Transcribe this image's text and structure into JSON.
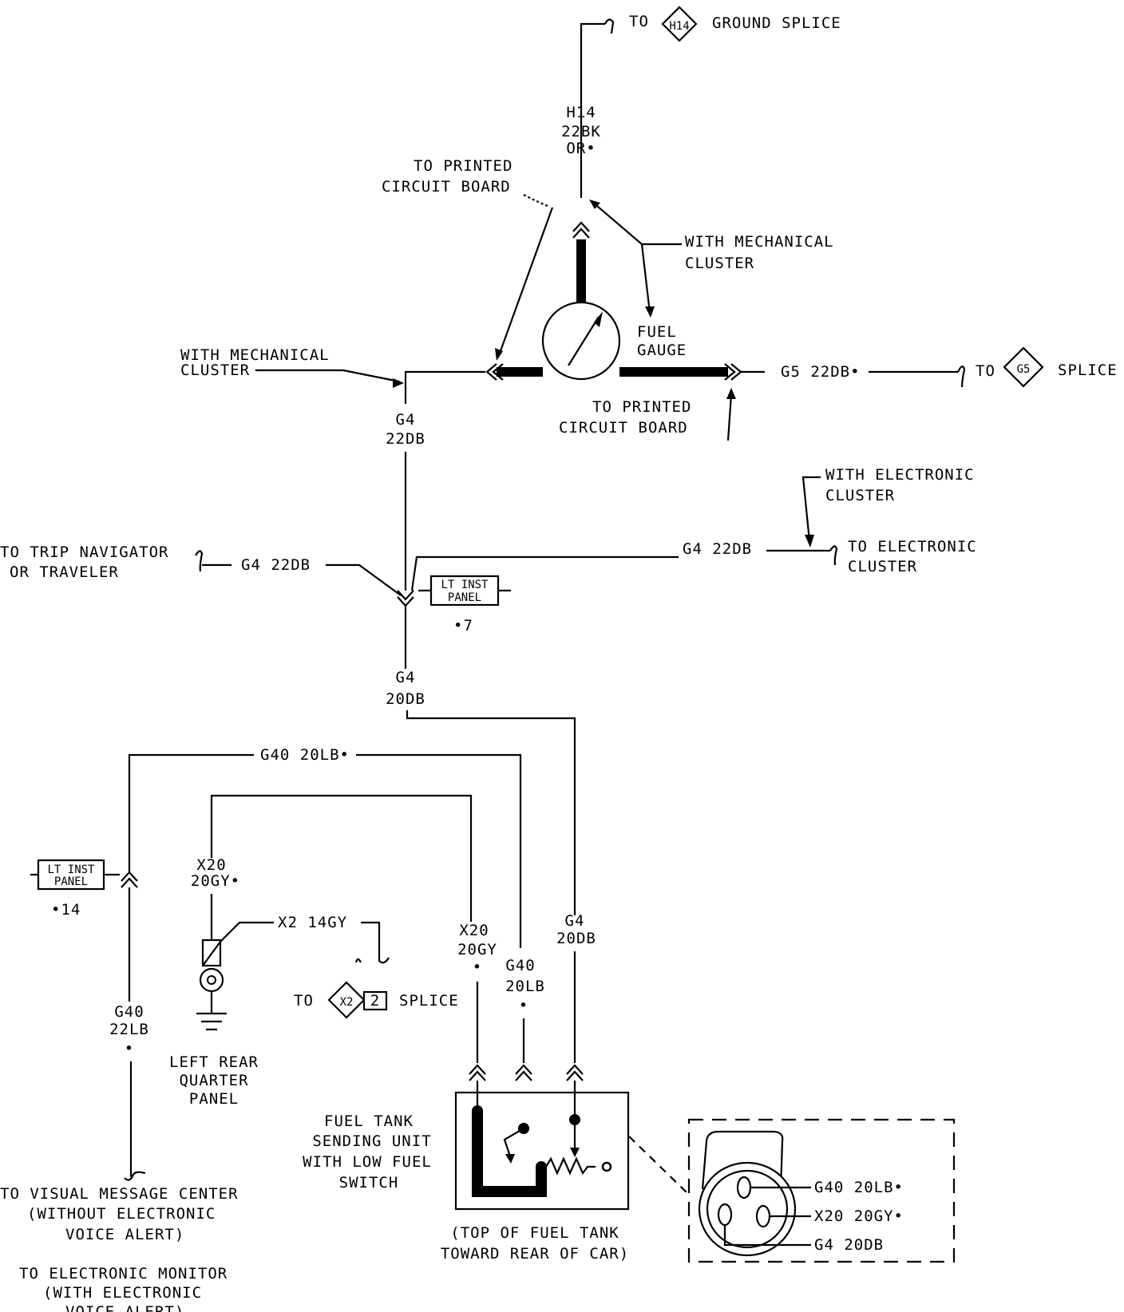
{
  "top": {
    "to": "TO",
    "h14_badge": "H14",
    "ground_splice": "GROUND SPLICE",
    "h14_wire": [
      "H14",
      "22BK",
      "OR•"
    ]
  },
  "gauge": {
    "to_pcb_top": [
      "TO PRINTED",
      "CIRCUIT BOARD"
    ],
    "with_mech_right": [
      "WITH MECHANICAL",
      "CLUSTER"
    ],
    "fuel_gauge": [
      "FUEL",
      "GAUGE"
    ],
    "with_mech_left": [
      "WITH MECHANICAL",
      "CLUSTER"
    ],
    "to_pcb_bottom": [
      "TO PRINTED",
      "CIRCUIT BOARD"
    ],
    "g5_wire": "G5 22DB•",
    "to": "TO",
    "g5_badge": "G5",
    "splice": "SPLICE"
  },
  "middle": {
    "g4_22db": [
      "G4",
      "22DB"
    ],
    "with_electronic": [
      "WITH ELECTRONIC",
      "CLUSTER"
    ],
    "g4_22db_right": "G4 22DB",
    "to_electronic": [
      "TO ELECTRONIC",
      "CLUSTER"
    ],
    "trip_nav": [
      "TO TRIP NAVIGATOR",
      "OR TRAVELER"
    ],
    "g4_22db_left": "G4 22DB",
    "lt_inst_panel": [
      "LT INST",
      "PANEL"
    ],
    "connector_7": "•7",
    "g4_20db": [
      "G4",
      "20DB"
    ]
  },
  "lower": {
    "g40_top": "G40 20LB•",
    "lt_inst_panel": [
      "LT INST",
      "PANEL"
    ],
    "connector_14": "•14",
    "x20_left": [
      "X20",
      "20GY•"
    ],
    "x2_wire": "X2 14GY",
    "to": "TO",
    "x2_badge": "X2",
    "x2_num": "2",
    "splice": "SPLICE",
    "x20_mid": [
      "X20",
      "20GY",
      "•"
    ],
    "g40_mid": [
      "G40",
      "20LB",
      "•"
    ],
    "g4_mid": [
      "G4",
      "20DB"
    ],
    "g40_left": [
      "G40",
      "22LB",
      "•"
    ],
    "ground_label": [
      "LEFT REAR",
      "QUARTER",
      "PANEL"
    ],
    "sender": [
      "FUEL TANK",
      "SENDING UNIT",
      "WITH LOW FUEL",
      "SWITCH"
    ],
    "tank_top": [
      "(TOP OF FUEL TANK",
      "TOWARD REAR OF CAR)"
    ],
    "pin_g40": "G40 20LB•",
    "pin_x20": "X20 20GY•",
    "pin_g4": "G4 20DB",
    "visual_msg": [
      "TO VISUAL MESSAGE CENTER",
      "(WITHOUT ELECTRONIC",
      "VOICE ALERT)"
    ],
    "elec_monitor": [
      "TO ELECTRONIC MONITOR",
      "(WITH ELECTRONIC",
      "VOICE ALERT)"
    ]
  }
}
